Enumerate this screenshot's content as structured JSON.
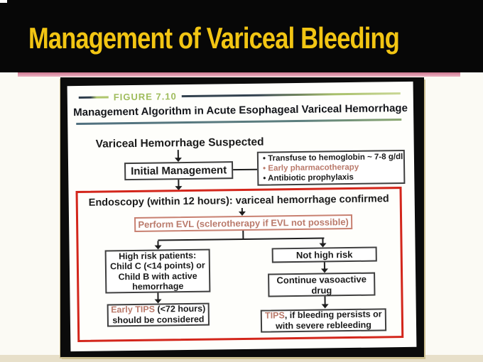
{
  "slide": {
    "title": "Management of Variceal Bleeding"
  },
  "figure": {
    "label": "FIGURE 7.10",
    "title": "Management Algorithm in Acute Esophageal Variceal Hemorrhage",
    "nodes": {
      "suspected": "Variceal Hemorrhage Suspected",
      "initial_management": "Initial Management",
      "bullets": [
        "Transfuse to hemoglobin ~ 7-8 g/dl",
        "Early pharmacotherapy",
        "Antibiotic prophylaxis"
      ],
      "endoscopy": "Endoscopy (within 12 hours): variceal hemorrhage confirmed",
      "evl": "Perform EVL (sclerotherapy if EVL not possible)",
      "high_risk_lines": [
        "High risk patients:",
        "Child C (<14 points) or",
        "Child B with active",
        "hemorrhage"
      ],
      "not_high_risk": "Not high risk",
      "vasoactive_lines": [
        "Continue vasoactive",
        "drug"
      ],
      "early_tips": {
        "highlight": "Early TIPS",
        "rest": " (<72 hours)",
        "line2": "should be considered"
      },
      "tips": {
        "highlight": "TIPS",
        "rest": ", if bleeding persists or",
        "line2": "with severe rebleeding"
      }
    },
    "colors": {
      "title_yellow": "#F2C513",
      "underline_pink": "#E29BB0",
      "figure_green": "#9FBC5C",
      "rule_blue": "#50707F",
      "salmon": "#BA7A6B",
      "alert_red": "#D3261B"
    }
  }
}
